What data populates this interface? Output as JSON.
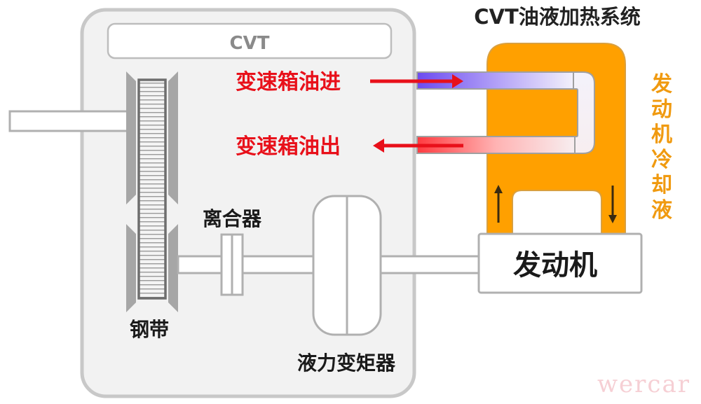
{
  "title": "CVT油液加热系统",
  "cvt_box": {
    "label": "CVT"
  },
  "labels": {
    "oil_in": "变速箱油进",
    "oil_out": "变速箱油出",
    "clutch": "离合器",
    "steel_belt": "钢带",
    "torque_converter": "液力变矩器",
    "engine": "发动机",
    "coolant": [
      "发",
      "动",
      "机",
      "冷",
      "却",
      "液"
    ]
  },
  "watermark": "wercar",
  "colors": {
    "oil_in_pipe": "#7b5cf0",
    "oil_out_pipe": "#ff5a5a",
    "coolant": "#ffa000",
    "arrow_red": "#e8101a",
    "housing_fill": "#f2f2f2",
    "housing_stroke": "#c8c8c8"
  },
  "flow_arrows": {
    "oil_in_direction": "right",
    "oil_out_direction": "left",
    "coolant_left_direction": "up",
    "coolant_right_direction": "down"
  }
}
